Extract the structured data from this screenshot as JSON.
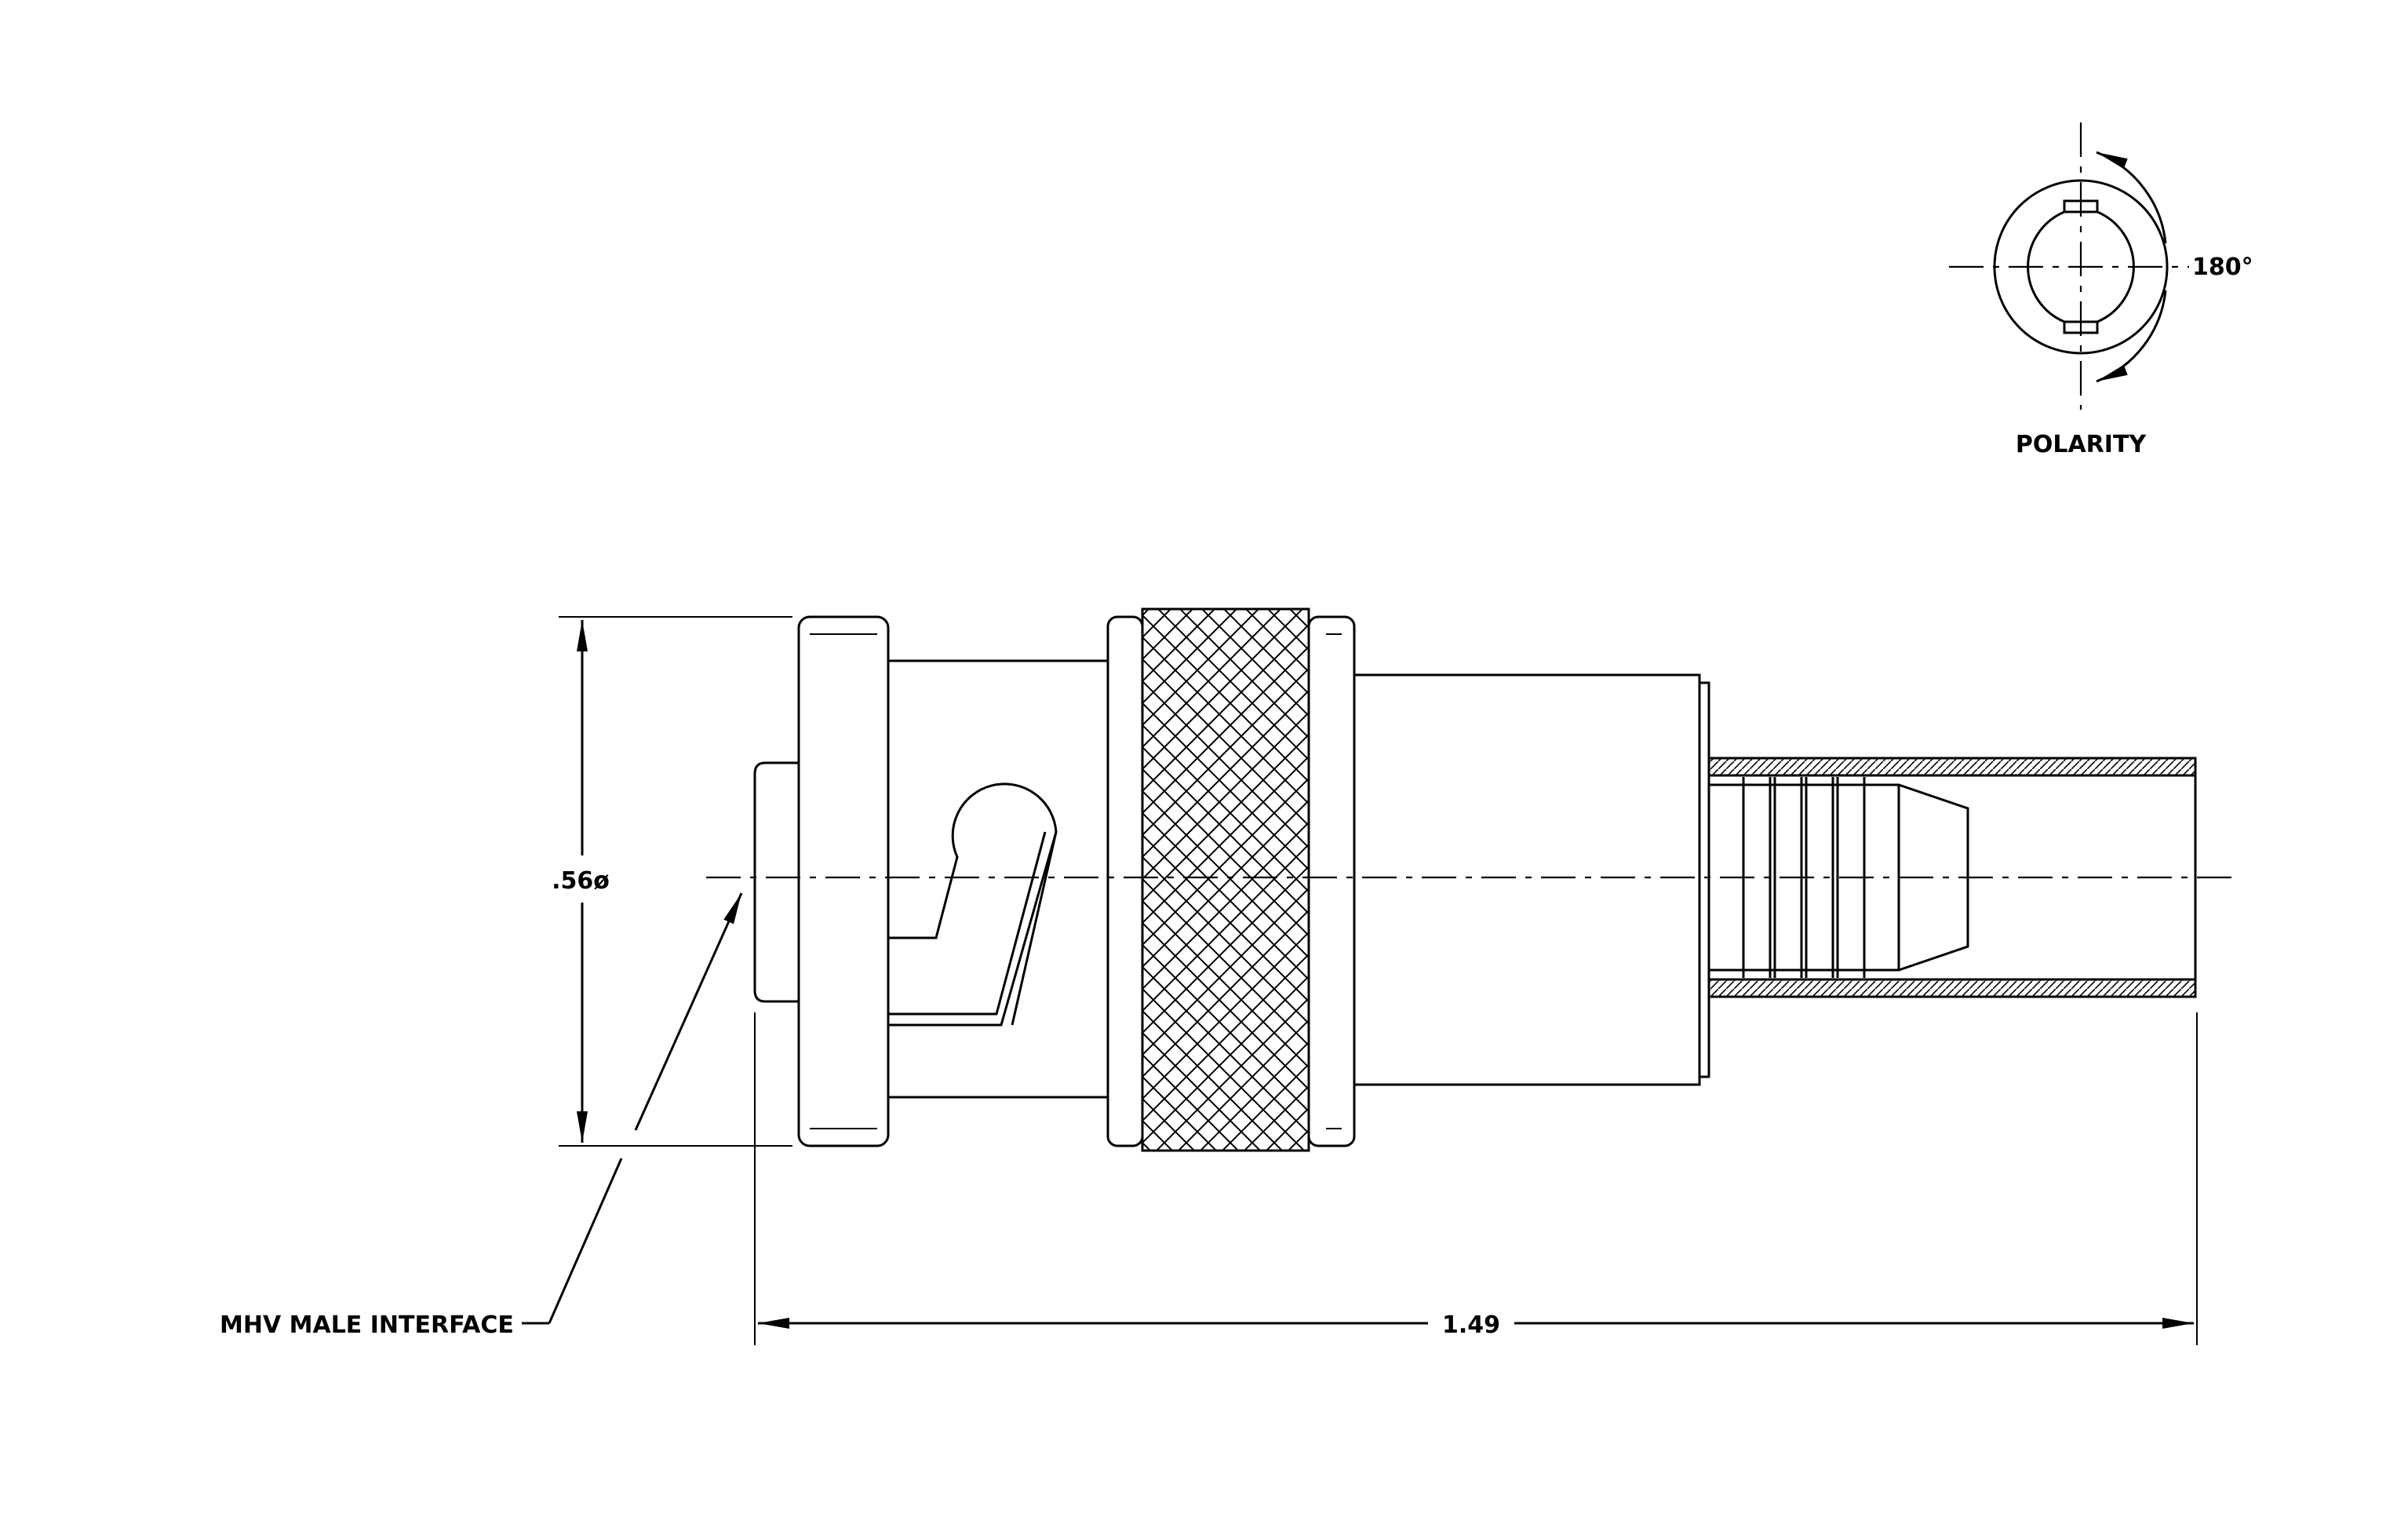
{
  "labels": {
    "polarity": "POLARITY",
    "angle": "180°",
    "diameter": ".56ø",
    "length": "1.49",
    "interface": "MHV MALE INTERFACE"
  },
  "colors": {
    "line": "#000000",
    "background": "#ffffff"
  }
}
